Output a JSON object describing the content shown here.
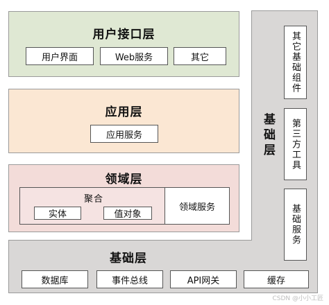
{
  "ui_layer": {
    "title": "用户接口层",
    "items": [
      "用户界面",
      "Web服务",
      "其它"
    ]
  },
  "app_layer": {
    "title": "应用层",
    "items": [
      "应用服务"
    ]
  },
  "domain_layer": {
    "title": "领域层",
    "aggregate": {
      "title": "聚合",
      "items": [
        "实体",
        "值对象"
      ]
    },
    "service": "领域服务"
  },
  "infra_layer": {
    "title": "基础层",
    "items": [
      "数据库",
      "事件总线",
      "API网关",
      "缓存"
    ]
  },
  "infra_side": {
    "title": "基础层",
    "items": [
      "其它基础组件",
      "第三方工具",
      "基础服务"
    ]
  },
  "watermark": "CSDN @小小工匠",
  "colors": {
    "ui_bg": "#dfe8d3",
    "app_bg": "#fbe7d3",
    "domain_bg": "#f3dcd9",
    "aggregate_bg": "#f5e3e2",
    "infra_bg": "#d9d7d6",
    "border": "#9a9a9a"
  }
}
